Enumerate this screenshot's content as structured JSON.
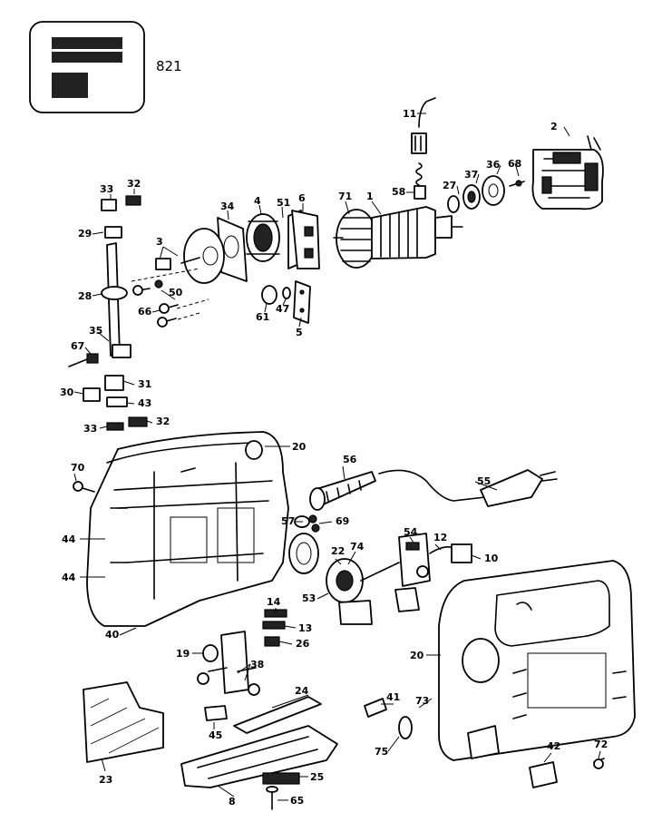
{
  "model_number": "821",
  "part_labels": [
    "11",
    "2",
    "58",
    "27",
    "37",
    "36",
    "68",
    "71",
    "1",
    "6",
    "51",
    "4",
    "34",
    "33",
    "32",
    "29",
    "3",
    "28",
    "50",
    "66",
    "61",
    "47",
    "5",
    "35",
    "67",
    "31",
    "30",
    "43",
    "33",
    "32",
    "20",
    "70",
    "56",
    "55",
    "57",
    "69",
    "54",
    "12",
    "10",
    "44",
    "22",
    "74",
    "44",
    "53",
    "14",
    "13",
    "40",
    "19",
    "26",
    "38",
    "20",
    "24",
    "41",
    "73",
    "45",
    "23",
    "75",
    "42",
    "72",
    "25",
    "8",
    "65"
  ],
  "icons": {
    "label_plate": "label-plate-icon"
  }
}
